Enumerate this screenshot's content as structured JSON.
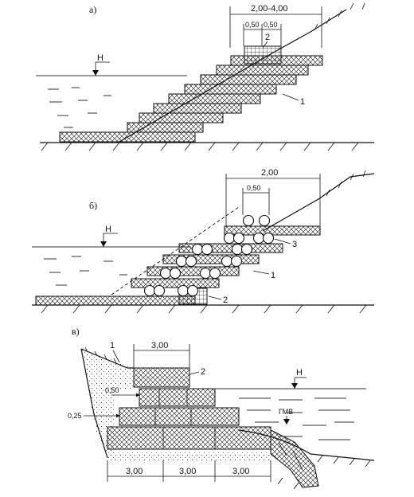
{
  "panels": {
    "a": {
      "letter": "а)",
      "dim_total": "2,00-4,00",
      "dim_left": "0,50",
      "dim_right": "0,50",
      "callout_top": "2",
      "callout_side": "1",
      "water_level": "Н"
    },
    "b": {
      "letter": "б)",
      "dim_total": "2,00",
      "dim_small": "0,50",
      "callout_3": "3",
      "callout_1": "1",
      "callout_2": "2",
      "water_level": "Н"
    },
    "c": {
      "letter": "в)",
      "callout_1": "1",
      "callout_2": "2",
      "dim_top": "3,00",
      "dim_050": "0,50",
      "dim_025": "0,25",
      "water_level": "Н",
      "gmv": "ГМВ",
      "dim_bottom_1": "3,00",
      "dim_bottom_2": "3,00",
      "dim_bottom_3": "3,00"
    }
  }
}
